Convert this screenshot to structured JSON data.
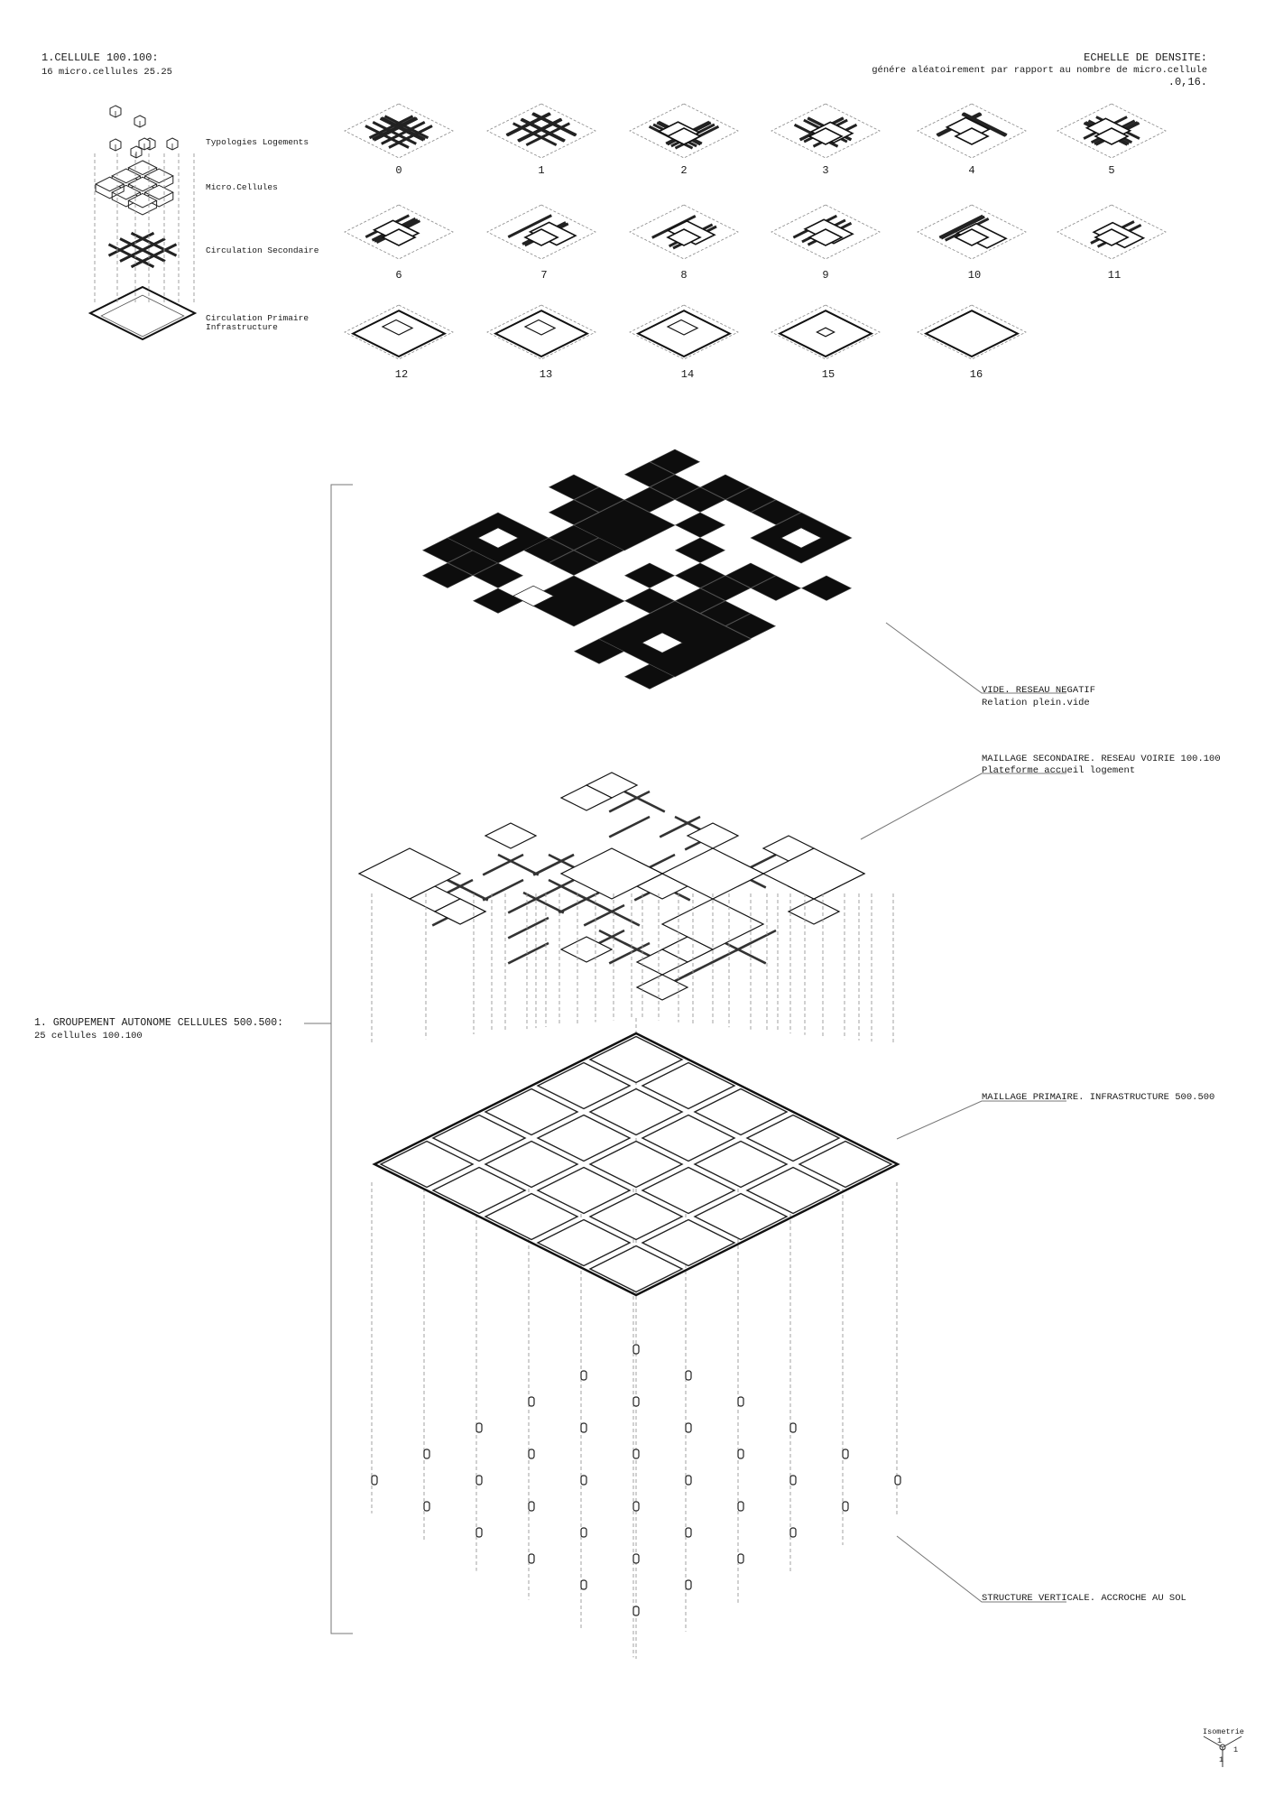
{
  "header_left": {
    "title": "1.CELLULE 100.100:",
    "subtitle": "16 micro.cellules 25.25"
  },
  "header_right": {
    "title": "ECHELLE DE DENSITE:",
    "subtitle": "génére aléatoirement par rapport au nombre de micro.cellule",
    "range": ".0,16."
  },
  "stack_labels": {
    "typologies": "Typologies Logements",
    "micro": "Micro.Cellules",
    "secondaire": "Circulation Secondaire",
    "primaire": "Circulation Primaire",
    "infrastructure": "Infrastructure"
  },
  "density_labels": [
    "0",
    "1",
    "2",
    "3",
    "4",
    "5",
    "6",
    "7",
    "8",
    "9",
    "10",
    "11",
    "12",
    "13",
    "14",
    "15",
    "16"
  ],
  "annotations": {
    "vide_title": "VIDE. RESEAU NEGATIF",
    "vide_sub": "Relation plein.vide",
    "secondaire_title": "MAILLAGE SECONDAIRE. RESEAU VOIRIE  100.100",
    "secondaire_sub": "Plateforme accueil logement",
    "primaire_title": "MAILLAGE PRIMAIRE. INFRASTRUCTURE  500.500",
    "structure_title": "STRUCTURE VERTICALE. ACCROCHE AU SOL",
    "groupement_title": "1. GROUPEMENT AUTONOME CELLULES  500.500:",
    "groupement_sub": "25 cellules 100.100"
  },
  "isometrie": {
    "title": "Isometrie",
    "a": "1",
    "b": "1",
    "c": "1"
  }
}
